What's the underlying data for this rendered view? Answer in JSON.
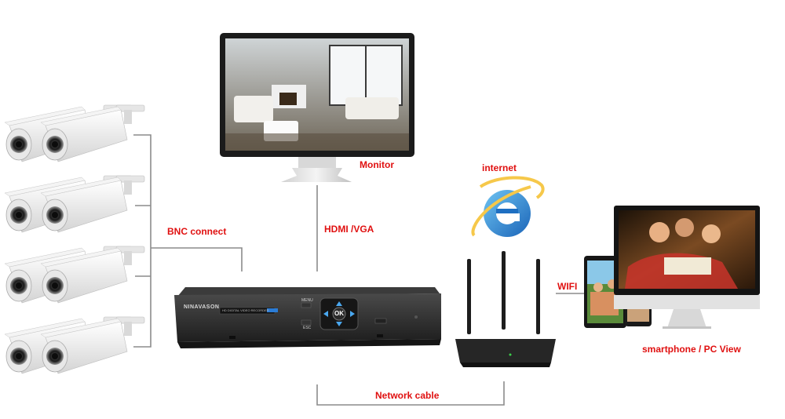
{
  "labels": {
    "monitor": "Monitor",
    "internet": "internet",
    "bnc_connect": "BNC connect",
    "hdmi_vga": "HDMI /VGA",
    "wifi": "WIFI",
    "smartphone_pc_view": "smartphone / PC View",
    "network_cable": "Network cable"
  },
  "nvr": {
    "brand": "NINAVASON",
    "model_text": "HD DIGITAL VIDEO RECORDER",
    "menu_label": "MENU",
    "esc_label": "ESC",
    "ok_label": "OK"
  },
  "colors": {
    "label_red": "#e01010",
    "line_gray": "#8c8c8c",
    "device_dark": "#2a2a2a"
  }
}
